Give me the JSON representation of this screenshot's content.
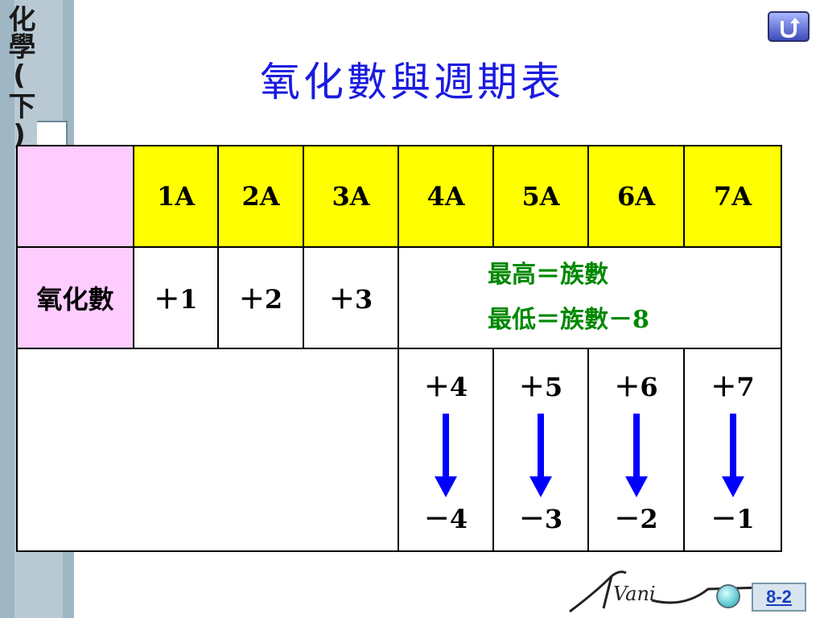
{
  "side": {
    "title": "化學(下)"
  },
  "page": {
    "title": "氧化數與週期表"
  },
  "table": {
    "headers": [
      "1A",
      "2A",
      "3A",
      "4A",
      "5A",
      "6A",
      "7A"
    ],
    "row_label": "氧化數",
    "fixed_values": [
      "＋1",
      "＋2",
      "＋3"
    ],
    "rule_high": "最高＝族數",
    "rule_low": "最低＝族數－8",
    "ranges": [
      {
        "group": "4A",
        "high": "＋4",
        "low": "－4"
      },
      {
        "group": "5A",
        "high": "＋5",
        "low": "－3"
      },
      {
        "group": "6A",
        "high": "＋6",
        "low": "－2"
      },
      {
        "group": "7A",
        "high": "＋7",
        "low": "－1"
      }
    ]
  },
  "footer": {
    "page_number": "8-2",
    "logo_text": "Vani"
  },
  "colors": {
    "title": "#1a1ae0",
    "header_fill": "#ffff00",
    "label_fill": "#ffccff",
    "rule_text": "#008800",
    "arrow": "#0000ff"
  }
}
